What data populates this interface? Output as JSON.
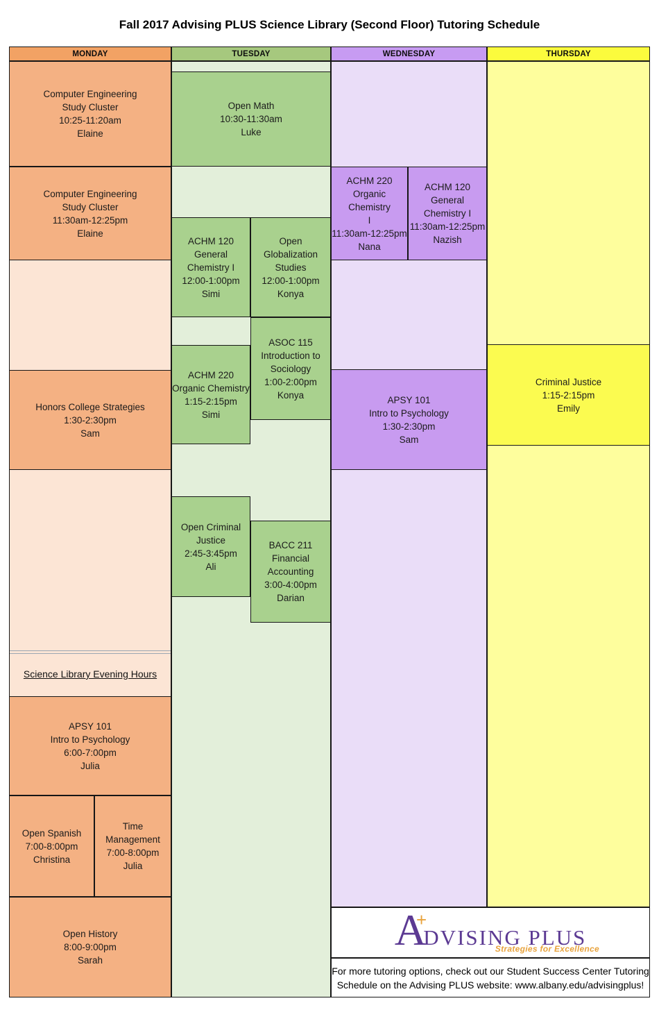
{
  "title": "Fall 2017 Advising PLUS Science Library (Second Floor) Tutoring Schedule",
  "days": {
    "monday": "MONDAY",
    "tuesday": "TUESDAY",
    "wednesday": "WEDNESDAY",
    "thursday": "THURSDAY"
  },
  "monday": {
    "computer_engineering_early": "Computer Engineering\nStudy Cluster\n10:25-11:20am\nElaine",
    "computer_engineering_late": "Computer Engineering\nStudy Cluster\n11:30am-12:25pm\nElaine",
    "honors_college": "Honors College Strategies\n1:30-2:30pm\nSam",
    "evening_hours_heading": "Science Library Evening Hours",
    "apsy_101": "APSY 101\nIntro to Psychology\n6:00-7:00pm\nJulia",
    "open_spanish": "Open Spanish\n7:00-8:00pm\nChristina",
    "time_management": "Time\nManagement\n7:00-8:00pm\nJulia",
    "open_history": "Open History\n8:00-9:00pm\nSarah"
  },
  "tuesday": {
    "open_math": "Open Math\n10:30-11:30am\nLuke",
    "achm_120": "ACHM 120\nGeneral\nChemistry I\n12:00-1:00pm\nSimi",
    "open_globalization": "Open\nGlobalization\nStudies\n12:00-1:00pm\nKonya",
    "achm_220": "ACHM 220\nOrganic Chemistry\n1:15-2:15pm\nSimi",
    "asoc_115": "ASOC 115\nIntroduction to\nSociology\n1:00-2:00pm\nKonya",
    "open_criminal_justice": "Open Criminal\nJustice\n2:45-3:45pm\nAli",
    "bacc_211": "BACC 211\nFinancial\nAccounting\n3:00-4:00pm\nDarian"
  },
  "wednesday": {
    "achm_220": "ACHM 220\nOrganic Chemistry\nI\n11:30am-12:25pm\nNana",
    "achm_120": "ACHM 120\nGeneral\nChemistry I\n11:30am-12:25pm\nNazish",
    "apsy_101": "APSY 101\nIntro to Psychology\n1:30-2:30pm\nSam"
  },
  "thursday": {
    "criminal_justice": "Criminal Justice\n1:15-2:15pm\nEmily"
  },
  "branding": {
    "initial": "A",
    "plus": "+",
    "rest": "DVISING PLUS",
    "tagline": "Strategies for Excellence"
  },
  "footer_note": "For more tutoring options, check out our Student Success Center Tutoring\nSchedule on the Advising PLUS website: www.albany.edu/advisingplus!",
  "colors": {
    "monday_header": "#F2A264",
    "monday_fill": "#F4B183",
    "monday_light": "#FCE5D5",
    "tuesday_header": "#A6C87E",
    "tuesday_fill": "#A9D18E",
    "tuesday_light": "#E3EFDA",
    "wednesday_header": "#C79BF2",
    "wednesday_fill": "#C89BF0",
    "wednesday_light": "#EADDF8",
    "thursday_header": "#FBFB3D",
    "thursday_fill": "#FBFB50",
    "thursday_light": "#FEFE9D",
    "divider_line": "#9AA6B2",
    "logo_purple": "#5C3A93",
    "logo_gold": "#E8A33D"
  }
}
